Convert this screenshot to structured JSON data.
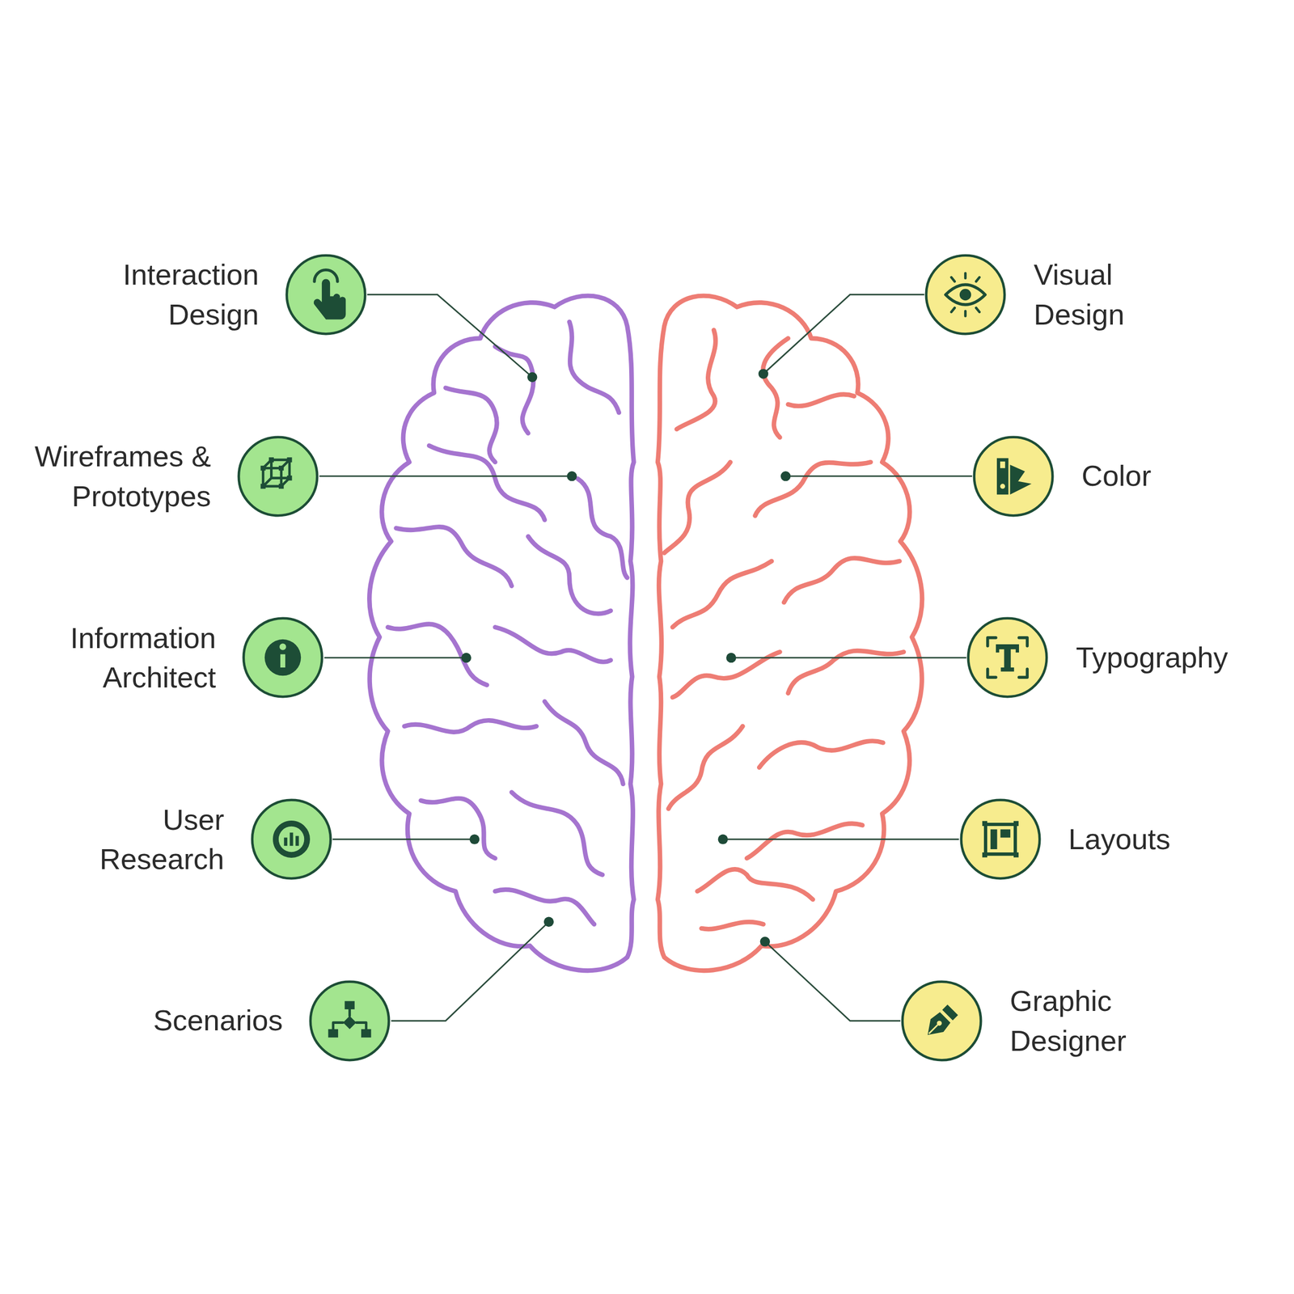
{
  "diagram": {
    "nodes": [
      {
        "text": [
          "Interaction Design"
        ]
      },
      {
        "text": [
          "Wireframes & Prototypes"
        ]
      },
      {
        "text": [
          "Information Architect"
        ]
      },
      {
        "text": [
          "User Research"
        ]
      },
      {
        "text": [
          "Scenarios"
        ]
      },
      {
        "text": [
          "Visual Design"
        ]
      },
      {
        "text": [
          "Color"
        ]
      },
      {
        "text": [
          "Typography"
        ]
      },
      {
        "text": [
          "Layouts"
        ]
      },
      {
        "text": [
          "Graphic Designer"
        ]
      }
    ]
  }
}
